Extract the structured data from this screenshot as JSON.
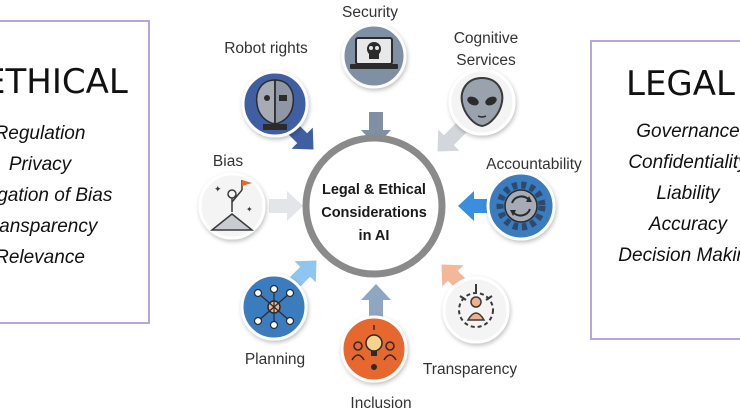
{
  "ethical": {
    "title": "ETHICAL",
    "items": [
      "Regulation",
      "Privacy",
      "Mitigation of Bias",
      "Transparency",
      "Relevance"
    ]
  },
  "legal": {
    "title": "LEGAL",
    "items": [
      "Governance",
      "Confidentiality",
      "Liability",
      "Accuracy",
      "Decision Making"
    ]
  },
  "center": {
    "lines": [
      "Legal & Ethical",
      "Considerations",
      "in AI"
    ]
  },
  "nodes": {
    "security": {
      "label": "Security",
      "icon": "skull-laptop-icon",
      "color": "#7f8fa4"
    },
    "cognitive": {
      "label_lines": [
        "Cognitive",
        "Services"
      ],
      "icon": "alien-head-icon",
      "color": "#9aa3ad"
    },
    "accountability": {
      "label": "Accountability",
      "icon": "gear-cycle-icon",
      "color": "#3a7bbf"
    },
    "transparency": {
      "label": "Transparency",
      "icon": "gear-figure-icon",
      "color": "#f0b08a"
    },
    "inclusion": {
      "label": "Inclusion",
      "icon": "people-bulb-icon",
      "color": "#e6682e"
    },
    "planning": {
      "label": "Planning",
      "icon": "network-people-icon",
      "color": "#3a7bbf"
    },
    "bias": {
      "label": "Bias",
      "icon": "climber-flag-icon",
      "color": "#c8ccd1"
    },
    "robot": {
      "label": "Robot rights",
      "icon": "robot-head-icon",
      "color": "#3f5fa3"
    }
  },
  "colors": {
    "ring": "#8a8a8a",
    "box_border": "#b7a6dd"
  }
}
